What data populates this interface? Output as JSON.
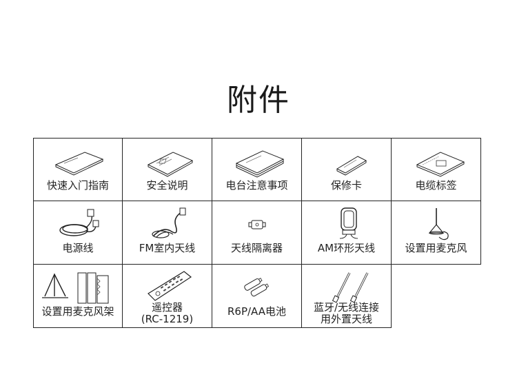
{
  "title": "附件",
  "items": [
    {
      "label": "快速入门指南",
      "icon": "quick-start-guide-icon"
    },
    {
      "label": "安全说明",
      "icon": "safety-instructions-icon"
    },
    {
      "label": "电台注意事项",
      "icon": "radio-notes-icon"
    },
    {
      "label": "保修卡",
      "icon": "warranty-card-icon"
    },
    {
      "label": "电缆标签",
      "icon": "cable-labels-icon"
    },
    {
      "label": "电源线",
      "icon": "power-cord-icon"
    },
    {
      "label": "FM室内天线",
      "icon": "fm-antenna-icon"
    },
    {
      "label": "天线隔离器",
      "icon": "antenna-isolator-icon"
    },
    {
      "label": "AM环形天线",
      "icon": "am-loop-antenna-icon"
    },
    {
      "label": "设置用麦克风",
      "icon": "setup-microphone-icon"
    },
    {
      "label": "设置用麦克风架",
      "icon": "microphone-stand-icon"
    },
    {
      "label_line1": "遥控器",
      "label_line2": "(RC-1219)",
      "icon": "remote-control-icon"
    },
    {
      "label": "R6P/AA电池",
      "icon": "batteries-icon"
    },
    {
      "label_line1": "蓝牙/无线连接",
      "label_line2": "用外置天线",
      "icon": "bluetooth-antennas-icon"
    }
  ]
}
